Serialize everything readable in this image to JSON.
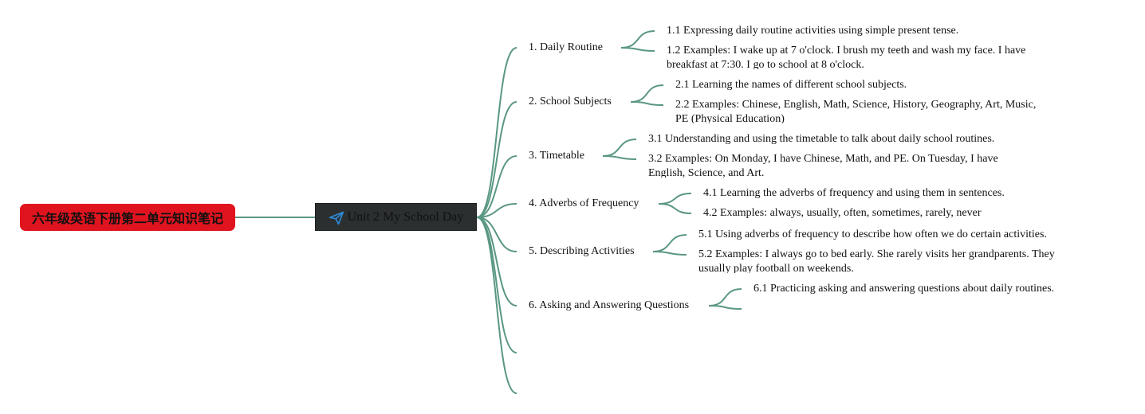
{
  "title": "六年级英语下册第二单元知识笔记",
  "center": {
    "label": "Unit 2 My School Day",
    "icon": "paper-plane-icon",
    "icon_color": "#2e8ad6"
  },
  "colors": {
    "line": "#5a9783",
    "title_bg": "#e0141f",
    "center_bg": "#2b2f2f"
  },
  "branches": [
    {
      "label": "1. Daily Routine",
      "children": [
        "1.1 Expressing daily routine activities using simple present tense.",
        "1.2 Examples: I wake up at 7 o'clock. I brush my teeth and wash my face. I have breakfast at 7:30. I go to school at 8 o'clock."
      ]
    },
    {
      "label": "2. School Subjects",
      "children": [
        "2.1 Learning the names of different school subjects.",
        "2.2 Examples: Chinese, English, Math, Science, History, Geography, Art, Music, PE (Physical Education)"
      ]
    },
    {
      "label": "3. Timetable",
      "children": [
        "3.1 Understanding and using the timetable to talk about daily school routines.",
        "3.2 Examples: On Monday, I have Chinese, Math, and PE. On Tuesday, I have English, Science, and Art."
      ]
    },
    {
      "label": "4. Adverbs of Frequency",
      "children": [
        "4.1 Learning the adverbs of frequency and using them in sentences.",
        "4.2 Examples: always, usually, often, sometimes, rarely, never"
      ]
    },
    {
      "label": "5. Describing Activities",
      "children": [
        "5.1 Using adverbs of frequency to describe how often we do certain activities.",
        "5.2 Examples: I always go to bed early. She rarely visits her grandparents. They usually play football on weekends."
      ]
    },
    {
      "label": "6. Asking and Answering Questions",
      "children": [
        "6.1 Practicing asking and answering questions about daily routines.",
        ""
      ]
    },
    {
      "label": "",
      "children": []
    },
    {
      "label": "",
      "children": []
    }
  ]
}
